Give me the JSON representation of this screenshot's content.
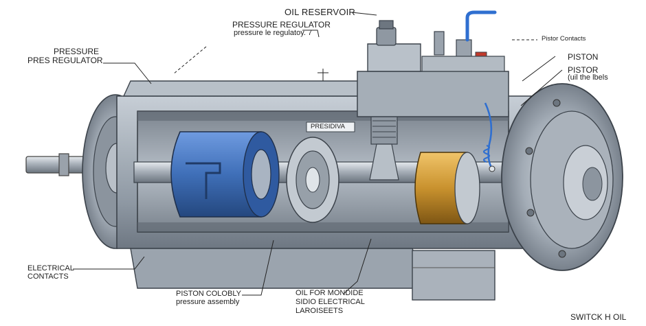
{
  "labels": {
    "oil_reservoir": "OIL RESERVOIR",
    "pressure_regulator_top": "PRESSURE REGULATOR",
    "pressure_regulator_top_sub": "pressure le regulatoy. 7",
    "pressure_left_line1": "PRESSURE",
    "pressure_left_line2": "PRES REGULATOR",
    "pistor_contacts": "Pistor Contacts",
    "piston_right": "PISTON",
    "pistor_right": "PISTOR",
    "piston_labels": "(uil the lbels",
    "electrical_line1": "ELECTRICAL",
    "electrical_line2": "CONTACTS",
    "piston_colobly": "PISTON COLOBLY",
    "pressure_assembly": "pressure assembly",
    "oil_line1": "OIL FOR MONDIDE",
    "oil_line2": "SIDIO ELECTRICAL",
    "oil_line3": "LAROISEETS",
    "switch_oil": "SWITCK H OIL",
    "tag_preside": "PRESIDIVA"
  },
  "colors": {
    "housing": "#9aa3ad",
    "housing_dark": "#5c6670",
    "blue_part": "#3f6fb8",
    "gold_part": "#c9922e",
    "wire_blue": "#2f6fd0",
    "leader": "#222222"
  }
}
